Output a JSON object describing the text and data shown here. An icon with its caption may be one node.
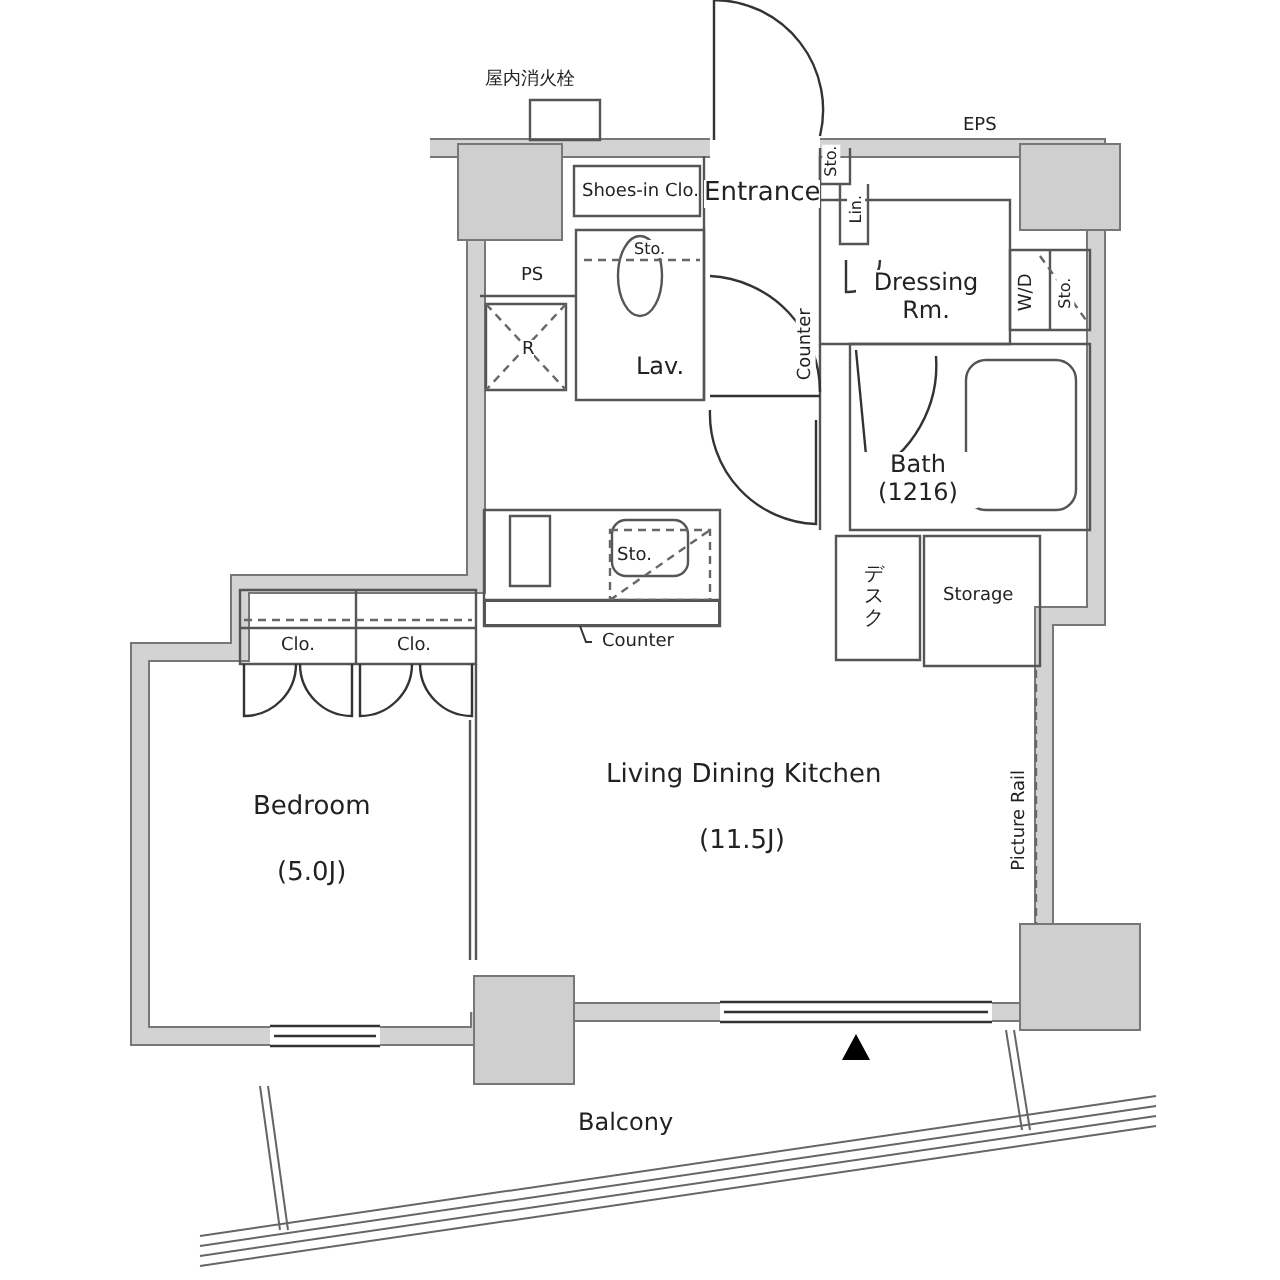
{
  "diagram": {
    "nodes": [
      {
        "text": [
          "Counter"
        ]
      },
      {
        "text": [],
        "shape": "box"
      }
    ],
    "edges": [
      {
        "from": 0,
        "to": 1,
        "arrow": "none"
      }
    ],
    "labels": [
      "屋内消火栓",
      "EPS",
      "Sto.",
      "Shoes-in Clo.",
      "Entrance",
      "Lin.",
      "Sto.",
      "PS",
      "Dressing Rm.",
      "W/D",
      "Sto.",
      "R",
      "Lav.",
      "Counter",
      "Bath (1216)",
      "Sto.",
      "デスク",
      "Storage",
      "Clo.",
      "Clo.",
      "Living Dining Kitchen",
      "Bedroom",
      "(11.5J)",
      "(5.0J)",
      "Picture Rail",
      "Balcony"
    ]
  }
}
